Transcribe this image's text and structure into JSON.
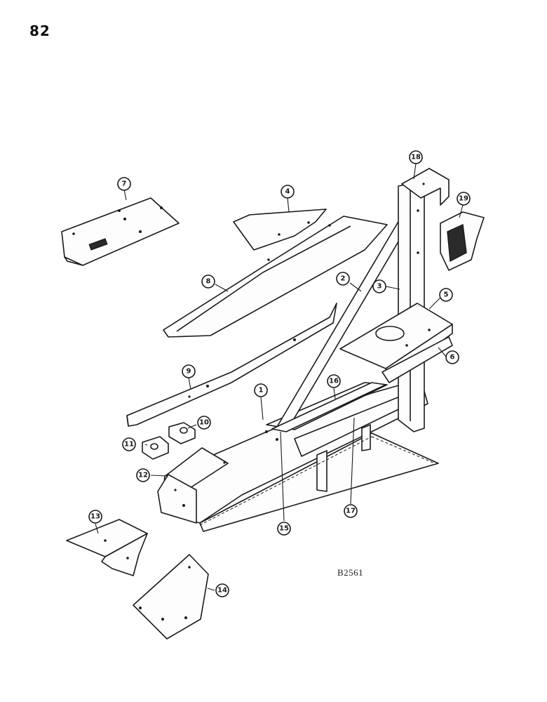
{
  "page": {
    "number": "82",
    "drawing_code": "B2561"
  },
  "callouts": [
    {
      "id": "c1",
      "label": "1"
    },
    {
      "id": "c2",
      "label": "2"
    },
    {
      "id": "c3",
      "label": "3"
    },
    {
      "id": "c4",
      "label": "4"
    },
    {
      "id": "c5",
      "label": "5"
    },
    {
      "id": "c6",
      "label": "6"
    },
    {
      "id": "c7",
      "label": "7"
    },
    {
      "id": "c8",
      "label": "8"
    },
    {
      "id": "c9",
      "label": "9"
    },
    {
      "id": "c10",
      "label": "10"
    },
    {
      "id": "c11",
      "label": "11"
    },
    {
      "id": "c12",
      "label": "12"
    },
    {
      "id": "c13",
      "label": "13"
    },
    {
      "id": "c14",
      "label": "14"
    },
    {
      "id": "c15",
      "label": "15"
    },
    {
      "id": "c16",
      "label": "16"
    },
    {
      "id": "c17",
      "label": "17"
    },
    {
      "id": "c18",
      "label": "18"
    },
    {
      "id": "c19",
      "label": "19"
    }
  ]
}
